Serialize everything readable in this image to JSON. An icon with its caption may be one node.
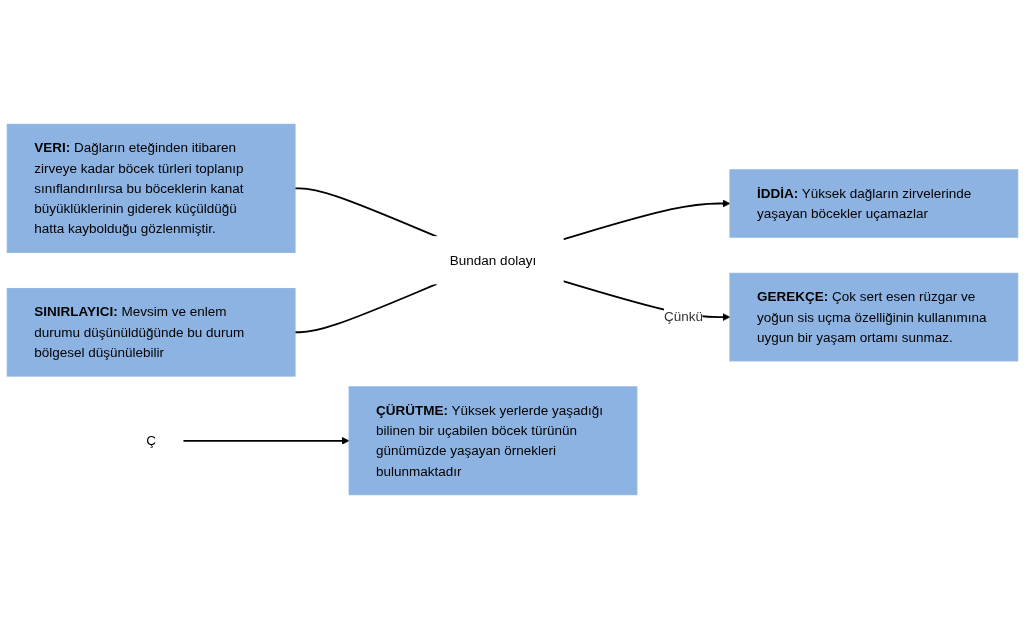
{
  "diagram": {
    "nodes": [
      {
        "text": [
          "SINIRLAYICI:",
          "Mevsim ve enlem durumu düşünüldüğünde bu durum bölgesel düşünülebilir"
        ]
      },
      {
        "text": [
          "VERI:",
          "Dağların eteğinden itibaren zirveye kadar böcek türleri toplanıp sınıflandırılırsa bu böceklerin kanat büyüklüklerinin giderek küçüldüğü hatta kaybolduğu gözlenmiştir."
        ]
      },
      {
        "text": [
          "Bundan dolayı"
        ]
      },
      {
        "text": [
          "İDDİA:",
          "Yüksek dağların zirvelerinde yaşayan böcekler uçamazlar"
        ]
      },
      {
        "text": [
          "Ç"
        ]
      },
      {
        "text": [
          "GEREKÇE:",
          "Çok sert esen rüzgar ve yoğun sis uçma özelliğinin kullanımına uygun bir yaşam ortamı sunmaz."
        ]
      },
      {
        "text": [
          "ÇÜRÜTME:",
          "Yüksek yerlerde yaşadığı bilinen bir uçabilen böcek türünün günümüzde yaşayan örnekleri bulunmaktadır"
        ]
      }
    ],
    "edges": [
      {
        "from": 1,
        "to": 2,
        "arrow": "none"
      },
      {
        "from": 0,
        "to": 2,
        "arrow": "none"
      },
      {
        "from": 2,
        "to": 3,
        "arrow": "to"
      },
      {
        "from": 2,
        "to": 5,
        "arrow": "to",
        "label": "Çünkü"
      },
      {
        "from": 4,
        "to": 6,
        "arrow": "to"
      }
    ]
  }
}
